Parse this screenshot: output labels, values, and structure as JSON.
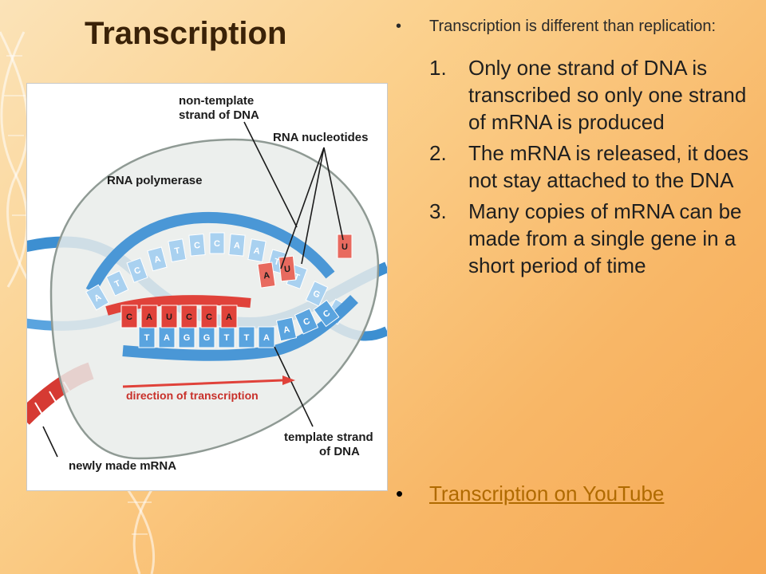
{
  "slide": {
    "title": "Transcription",
    "intro": "Transcription is different than replication:",
    "points": [
      {
        "num": "1.",
        "text": "Only one strand of DNA is transcribed so only one strand of mRNA is produced"
      },
      {
        "num": "2.",
        "text": "The mRNA is released, it does not stay attached to the DNA"
      },
      {
        "num": "3.",
        "text": "Many copies of mRNA can be made from a single gene in a short period of time"
      }
    ],
    "link_text": "Transcription on YouTube",
    "bullet_glyph": "•"
  },
  "figure": {
    "labels": {
      "non_template": [
        "non-template",
        "strand of DNA"
      ],
      "rna_nucleotides": "RNA nucleotides",
      "rna_polymerase": "RNA polymerase",
      "direction": "direction of transcription",
      "template": [
        "template strand",
        "of DNA"
      ],
      "newly_made": "newly made mRNA"
    },
    "top_strand_bases": [
      "A",
      "T",
      "C",
      "A",
      "T",
      "C",
      "C",
      "A",
      "A",
      "T",
      "T",
      "G",
      "G"
    ],
    "mrna_bases": [
      "C",
      "A",
      "U",
      "C",
      "C",
      "A"
    ],
    "template_bases": [
      "T",
      "A",
      "G",
      "G",
      "T",
      "T",
      "A",
      "A",
      "C",
      "C"
    ],
    "free_nucleotides": [
      "A",
      "U",
      "U"
    ]
  },
  "colors": {
    "title": "#3a2208",
    "link": "#b06a00",
    "dna_blue": "#3d8fd1",
    "rna_red": "#e0423a"
  }
}
